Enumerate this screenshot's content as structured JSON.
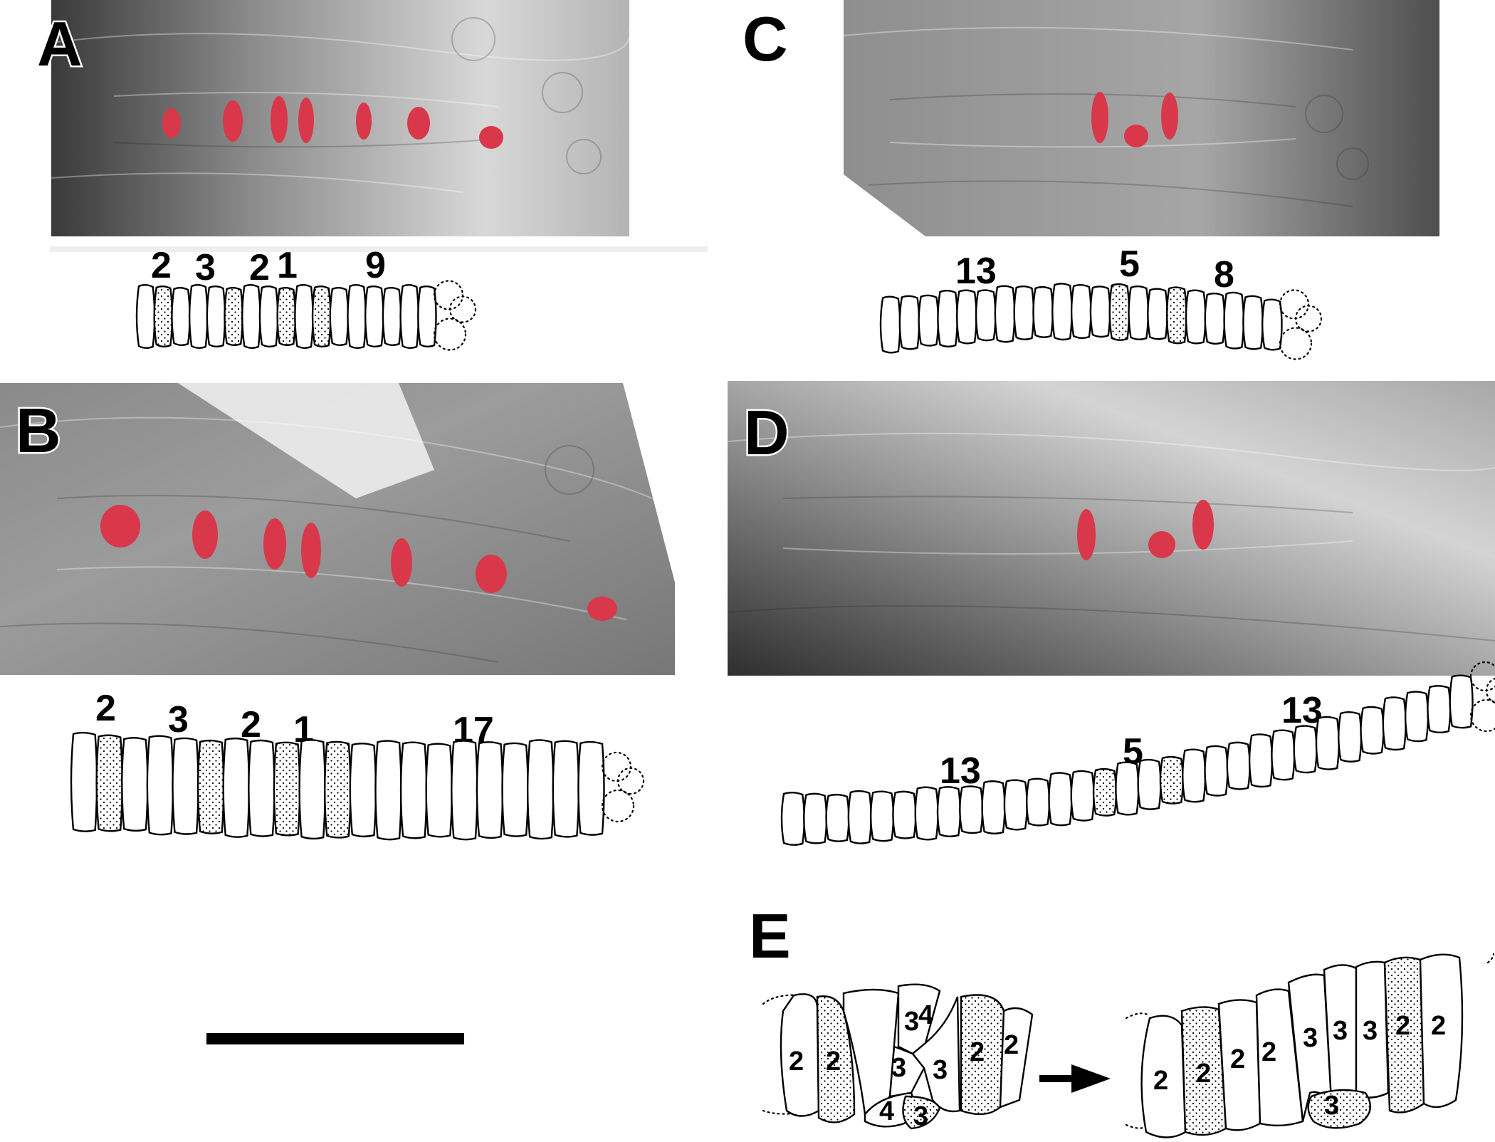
{
  "panels": {
    "A": {
      "label": "A",
      "counts": [
        "2",
        "3",
        "2",
        "1",
        "9"
      ]
    },
    "B": {
      "label": "B",
      "counts": [
        "2",
        "3",
        "2",
        "1",
        "17"
      ]
    },
    "C": {
      "label": "C",
      "counts": [
        "13",
        "5",
        "8"
      ]
    },
    "D": {
      "label": "D",
      "counts": [
        "13",
        "5",
        "13"
      ]
    },
    "E": {
      "label": "E",
      "left_cells": [
        "2",
        "2",
        "3",
        "4",
        "3",
        "4",
        "3",
        "3",
        "2",
        "2"
      ],
      "right_cells": [
        "2",
        "2",
        "2",
        "2",
        "3",
        "3",
        "3",
        "3",
        "2",
        "2"
      ]
    }
  },
  "icons": {
    "arrow": "right-arrow-icon",
    "scale_bar": "scale-bar"
  },
  "colors": {
    "marker": "#d8384a",
    "photo_bg": "#9a9a9a",
    "outline": "#000000",
    "background": "#ffffff"
  }
}
